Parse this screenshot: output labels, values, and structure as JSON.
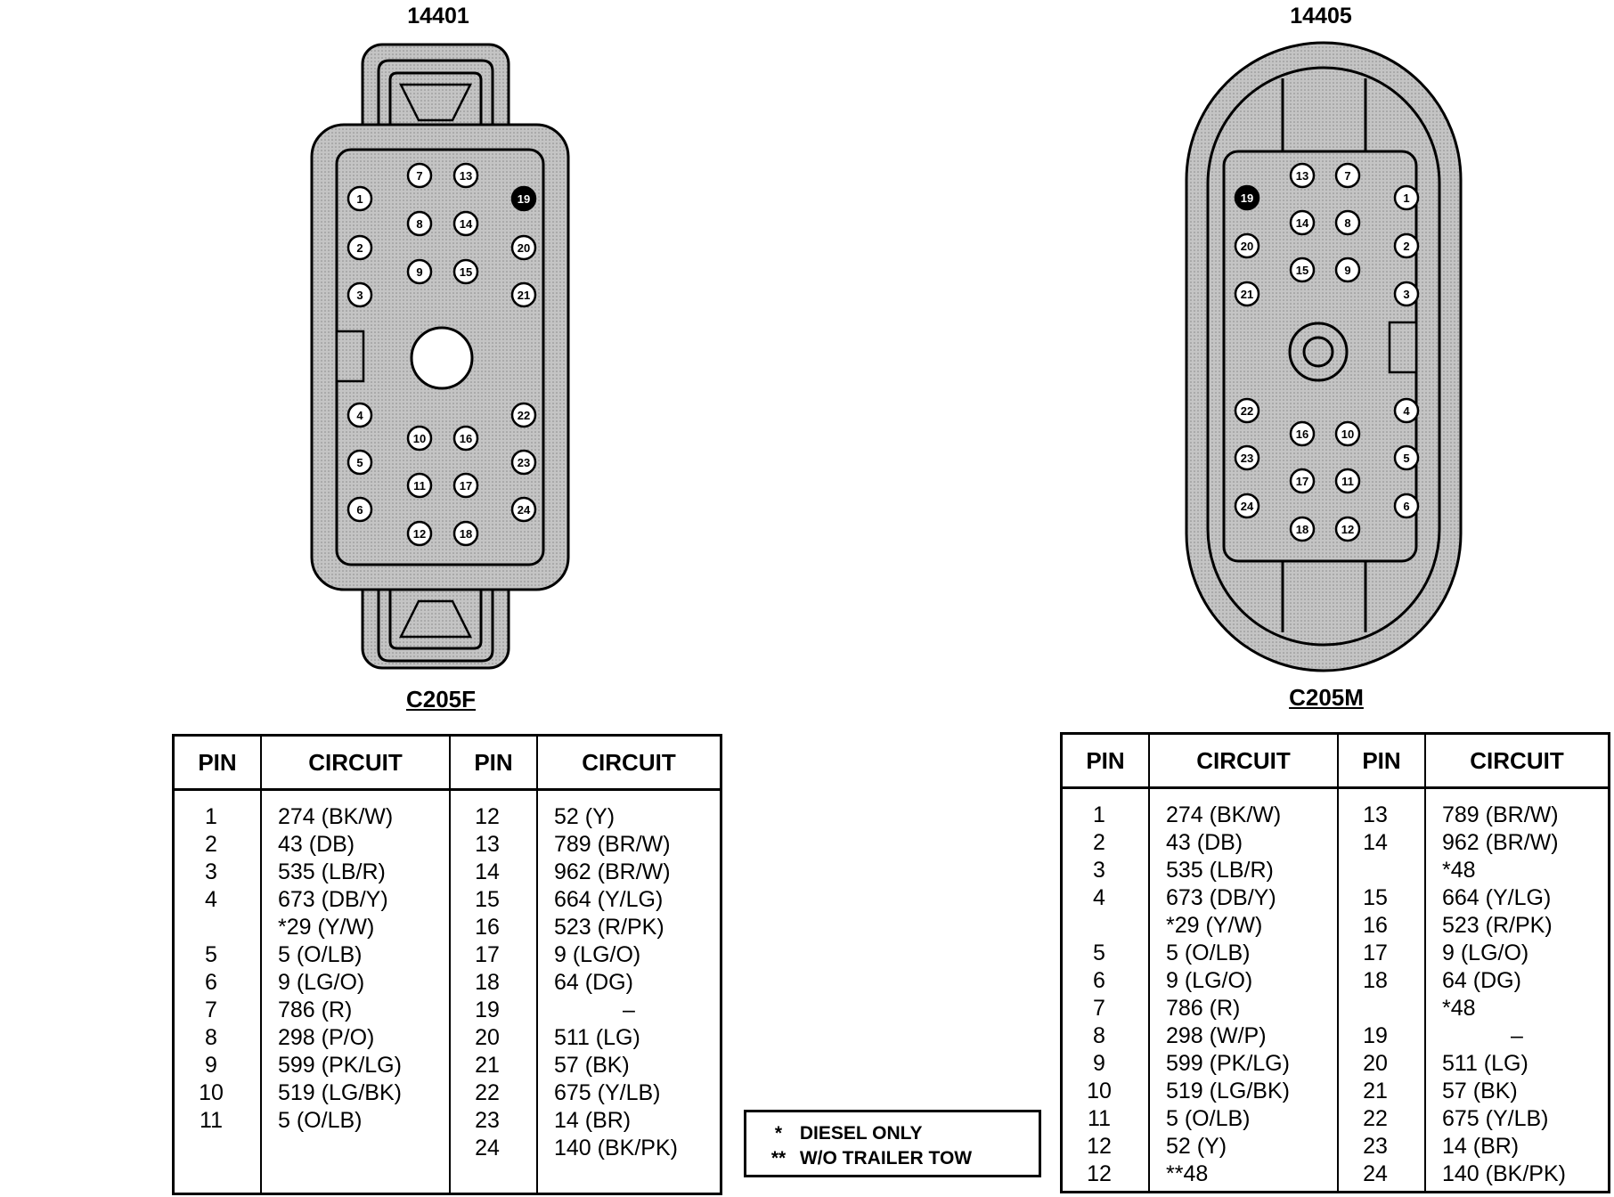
{
  "left": {
    "part_number": "14401",
    "connector_name": "C205F",
    "diagram_pin_labels": [
      "1",
      "2",
      "3",
      "4",
      "5",
      "6",
      "7",
      "8",
      "9",
      "10",
      "11",
      "12",
      "13",
      "14",
      "15",
      "16",
      "17",
      "18",
      "19",
      "20",
      "21",
      "22",
      "23",
      "24"
    ],
    "table": {
      "headers": [
        "PIN",
        "CIRCUIT",
        "PIN",
        "CIRCUIT"
      ],
      "col1_pins": [
        "1",
        "2",
        "3",
        "4",
        "",
        "5",
        "6",
        "7",
        "8",
        "9",
        "10",
        "11"
      ],
      "col1_circuits": [
        "274 (BK/W)",
        "43 (DB)",
        "535 (LB/R)",
        "673 (DB/Y)",
        "*29 (Y/W)",
        "5 (O/LB)",
        "9 (LG/O)",
        "786 (R)",
        "298 (P/O)",
        "599 (PK/LG)",
        "519 (LG/BK)",
        "5 (O/LB)"
      ],
      "col2_pins": [
        "12",
        "13",
        "14",
        "15",
        "16",
        "17",
        "18",
        "19",
        "20",
        "21",
        "22",
        "23",
        "24"
      ],
      "col2_circuits": [
        "52 (Y)",
        "789 (BR/W)",
        "962 (BR/W)",
        "664 (Y/LG)",
        "523 (R/PK)",
        "9 (LG/O)",
        "64 (DG)",
        "–",
        "511 (LG)",
        "57 (BK)",
        "675 (Y/LB)",
        "14 (BR)",
        "140 (BK/PK)"
      ]
    }
  },
  "right": {
    "part_number": "14405",
    "connector_name": "C205M",
    "diagram_pin_labels": [
      "1",
      "2",
      "3",
      "4",
      "5",
      "6",
      "7",
      "8",
      "9",
      "10",
      "11",
      "12",
      "13",
      "14",
      "15",
      "16",
      "17",
      "18",
      "19",
      "20",
      "21",
      "22",
      "23",
      "24"
    ],
    "table": {
      "headers": [
        "PIN",
        "CIRCUIT",
        "PIN",
        "CIRCUIT"
      ],
      "col1_pins": [
        "1",
        "2",
        "3",
        "4",
        "",
        "5",
        "6",
        "7",
        "8",
        "9",
        "10",
        "11",
        "12",
        "12"
      ],
      "col1_circuits": [
        "274 (BK/W)",
        "43 (DB)",
        "535 (LB/R)",
        "673 (DB/Y)",
        "*29 (Y/W)",
        "5 (O/LB)",
        "9 (LG/O)",
        "786 (R)",
        "298 (W/P)",
        "599 (PK/LG)",
        "519 (LG/BK)",
        "5 (O/LB)",
        "52 (Y)",
        "**48"
      ],
      "col2_pins": [
        "13",
        "14",
        "",
        "15",
        "16",
        "17",
        "18",
        "",
        "19",
        "20",
        "21",
        "22",
        "23",
        "24"
      ],
      "col2_circuits": [
        "789 (BR/W)",
        "962 (BR/W)",
        "*48",
        "664 (Y/LG)",
        "523 (R/PK)",
        "9 (LG/O)",
        "64 (DG)",
        "*48",
        "–",
        "511 (LG)",
        "57 (BK)",
        "675 (Y/LB)",
        "14 (BR)",
        "140 (BK/PK)"
      ]
    }
  },
  "notes": [
    {
      "symbol": "*",
      "text": "DIESEL ONLY"
    },
    {
      "symbol": "**",
      "text": "W/O TRAILER TOW"
    }
  ],
  "colors": {
    "stipple_fill": "#b8b8b8",
    "line": "#000000",
    "background": "#ffffff"
  }
}
